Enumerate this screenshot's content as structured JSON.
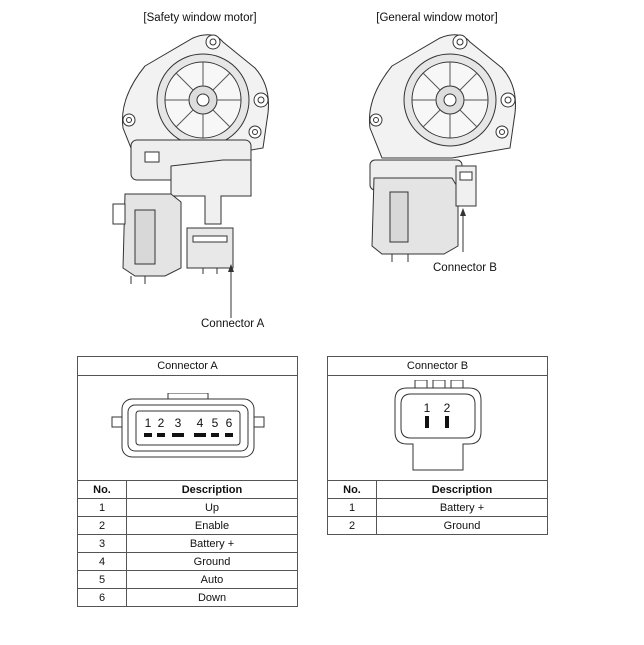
{
  "captions": {
    "safety": "[Safety window motor]",
    "general": "[General window motor]"
  },
  "callouts": {
    "connector_a": "Connector A",
    "connector_b": "Connector B"
  },
  "table_a": {
    "title": "Connector A",
    "pin_labels": [
      "1",
      "2",
      "3",
      "4",
      "5",
      "6"
    ],
    "headers": {
      "no": "No.",
      "description": "Description"
    },
    "rows": [
      {
        "no": "1",
        "description": "Up"
      },
      {
        "no": "2",
        "description": "Enable"
      },
      {
        "no": "3",
        "description": "Battery +"
      },
      {
        "no": "4",
        "description": "Ground"
      },
      {
        "no": "5",
        "description": "Auto"
      },
      {
        "no": "6",
        "description": "Down"
      }
    ]
  },
  "table_b": {
    "title": "Connector B",
    "pin_labels": [
      "1",
      "2"
    ],
    "headers": {
      "no": "No.",
      "description": "Description"
    },
    "rows": [
      {
        "no": "1",
        "description": "Battery +"
      },
      {
        "no": "2",
        "description": "Ground"
      }
    ]
  }
}
